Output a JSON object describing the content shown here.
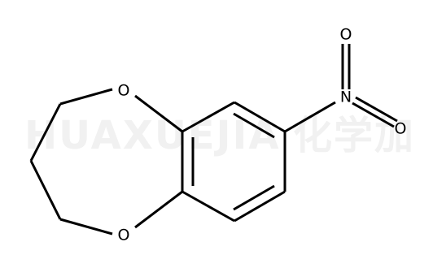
{
  "watermark": {
    "text": "HUAXUEJIA",
    "cjk": "化学加"
  },
  "molecule": {
    "atoms": {
      "o_upper": "O",
      "o_lower": "O",
      "n_nitro": "N",
      "o_nitro_top": "O",
      "o_nitro_right": "O"
    }
  },
  "colors": {
    "bond": "#000000",
    "watermark": "#f1f1f1",
    "background": "#ffffff"
  }
}
